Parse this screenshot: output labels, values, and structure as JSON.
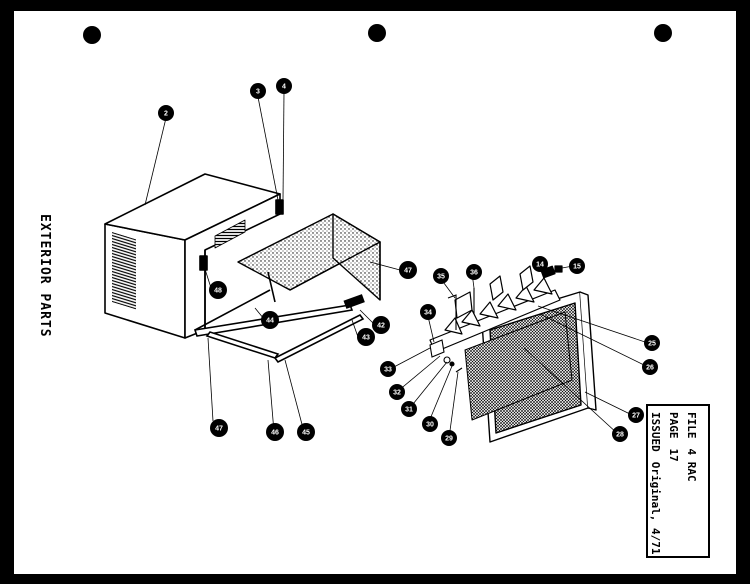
{
  "title": "EXTERIOR PARTS",
  "info": {
    "file_label": "FILE",
    "file_value": "4 RAC",
    "page_label": "PAGE",
    "page_value": "17",
    "issued_label": "ISSUED",
    "issued_value": "Original, 4/71"
  },
  "callouts": [
    "2",
    "3",
    "4",
    "47",
    "48",
    "44",
    "42",
    "43",
    "47",
    "46",
    "45",
    "35",
    "36",
    "14",
    "15",
    "34",
    "33",
    "32",
    "31",
    "30",
    "29",
    "25",
    "26",
    "27",
    "28"
  ]
}
